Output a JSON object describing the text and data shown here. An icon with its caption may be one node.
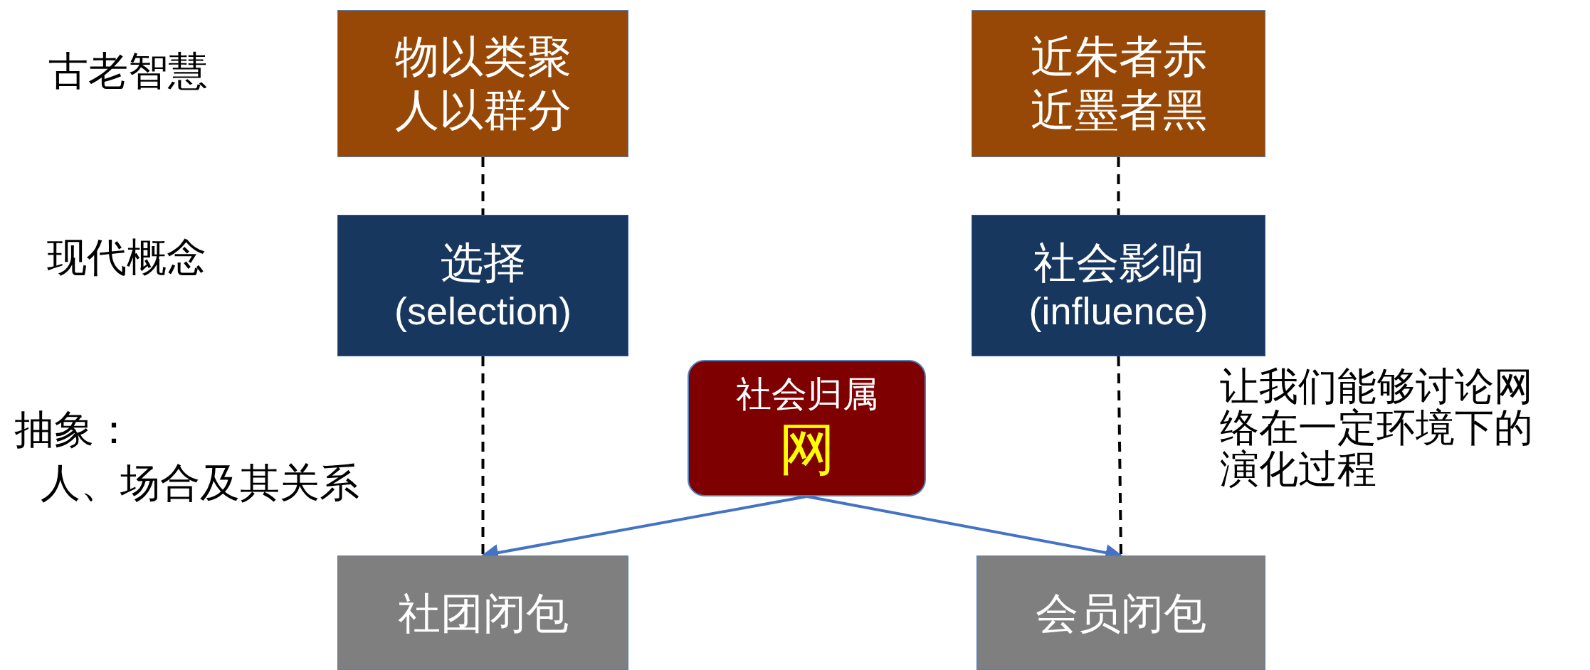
{
  "diagram": {
    "nodes": [
      {
        "text": [
          "物以类聚人以群分"
        ]
      },
      {
        "text": [
          "近朱者赤近墨者黑"
        ]
      },
      {
        "text": [
          "选择",
          "(selection)"
        ]
      },
      {
        "text": [
          "社会影响",
          "(influence)"
        ]
      },
      {
        "text": [
          "社会归属",
          "网"
        ]
      },
      {
        "text": [
          "社团闭包"
        ]
      },
      {
        "text": [
          "会员闭包"
        ]
      }
    ],
    "edges": [
      {
        "from": 0,
        "to": 2,
        "arrow": "none",
        "style": "dashed"
      },
      {
        "from": 1,
        "to": 3,
        "arrow": "none",
        "style": "dashed"
      },
      {
        "from": 2,
        "to": 5,
        "arrow": "none",
        "style": "dashed"
      },
      {
        "from": 3,
        "to": 6,
        "arrow": "none",
        "style": "dashed"
      },
      {
        "from": 4,
        "to": 5,
        "arrow": "to",
        "color": "#4472c4"
      },
      {
        "from": 4,
        "to": 6,
        "arrow": "to",
        "color": "#4472c4"
      }
    ],
    "labels": [
      "古老智慧",
      "现代概念",
      "抽象：",
      "人、场合及其关系",
      "让我们能够讨论网络在一定环境下的演化过程"
    ]
  }
}
